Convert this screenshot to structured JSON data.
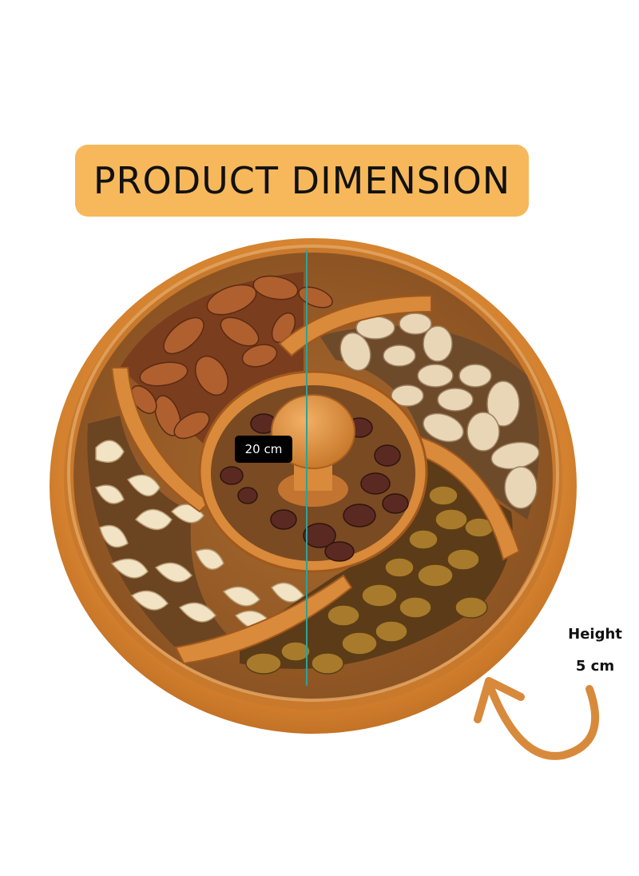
{
  "title": "PRODUCT DIMENSION",
  "diameter_label": "20 cm",
  "height_title": "Height",
  "height_value": "5 cm",
  "colors": {
    "banner": "#f6b85a",
    "wood": "#d98a3a",
    "arrow": "#d88a3c",
    "measure_line": "#2aa39a"
  }
}
